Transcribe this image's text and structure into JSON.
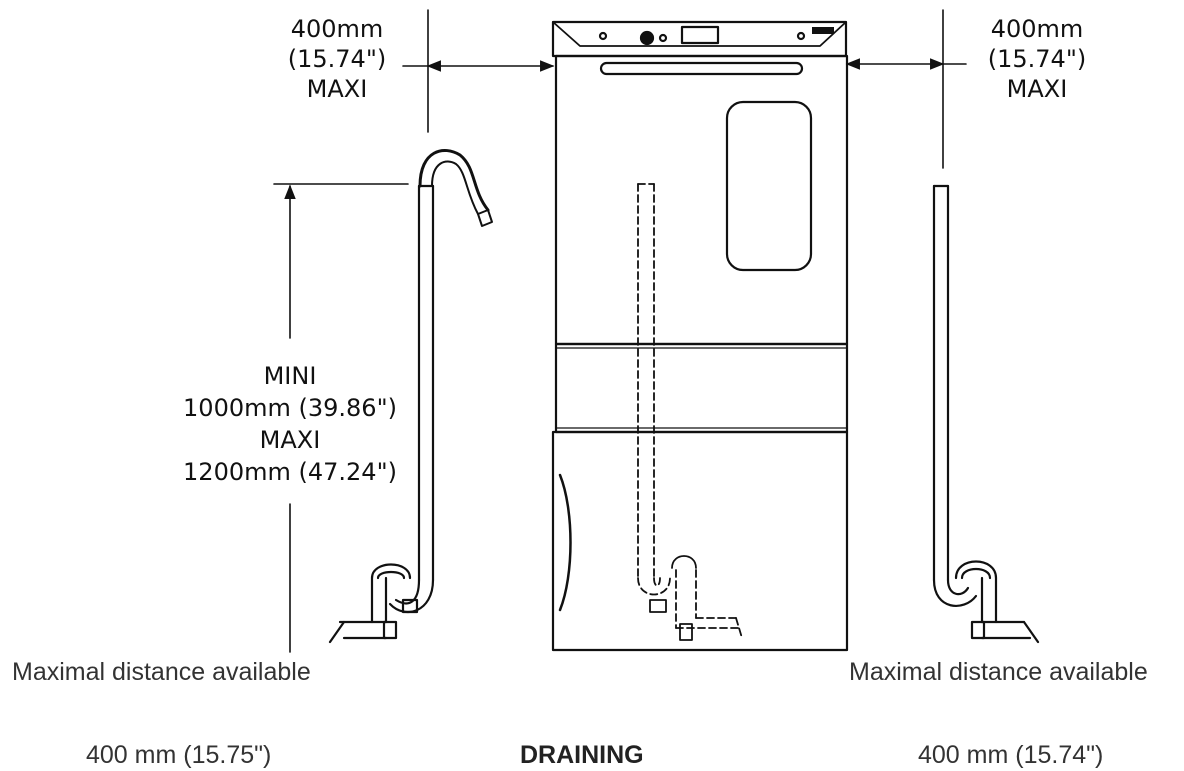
{
  "drawing": {
    "stroke_color": "#111111",
    "background": "#ffffff"
  },
  "labels": {
    "left_clearance": {
      "value": "400mm",
      "inch": "(15.74\")",
      "kind": "MAXI"
    },
    "right_clearance": {
      "value": "400mm",
      "inch": "(15.74\")",
      "kind": "MAXI"
    },
    "height": {
      "mini_label": "MINI",
      "mini_value": "1000mm  (39.86\")",
      "maxi_label": "MAXI",
      "maxi_value": "1200mm  (47.24\")"
    }
  },
  "captions": {
    "left_title": "Maximal distance available",
    "right_title": "Maximal distance available",
    "left_value": "400 mm (15.75\")",
    "center_title": "DRAINING",
    "right_value": "400 mm (15.74\")"
  }
}
